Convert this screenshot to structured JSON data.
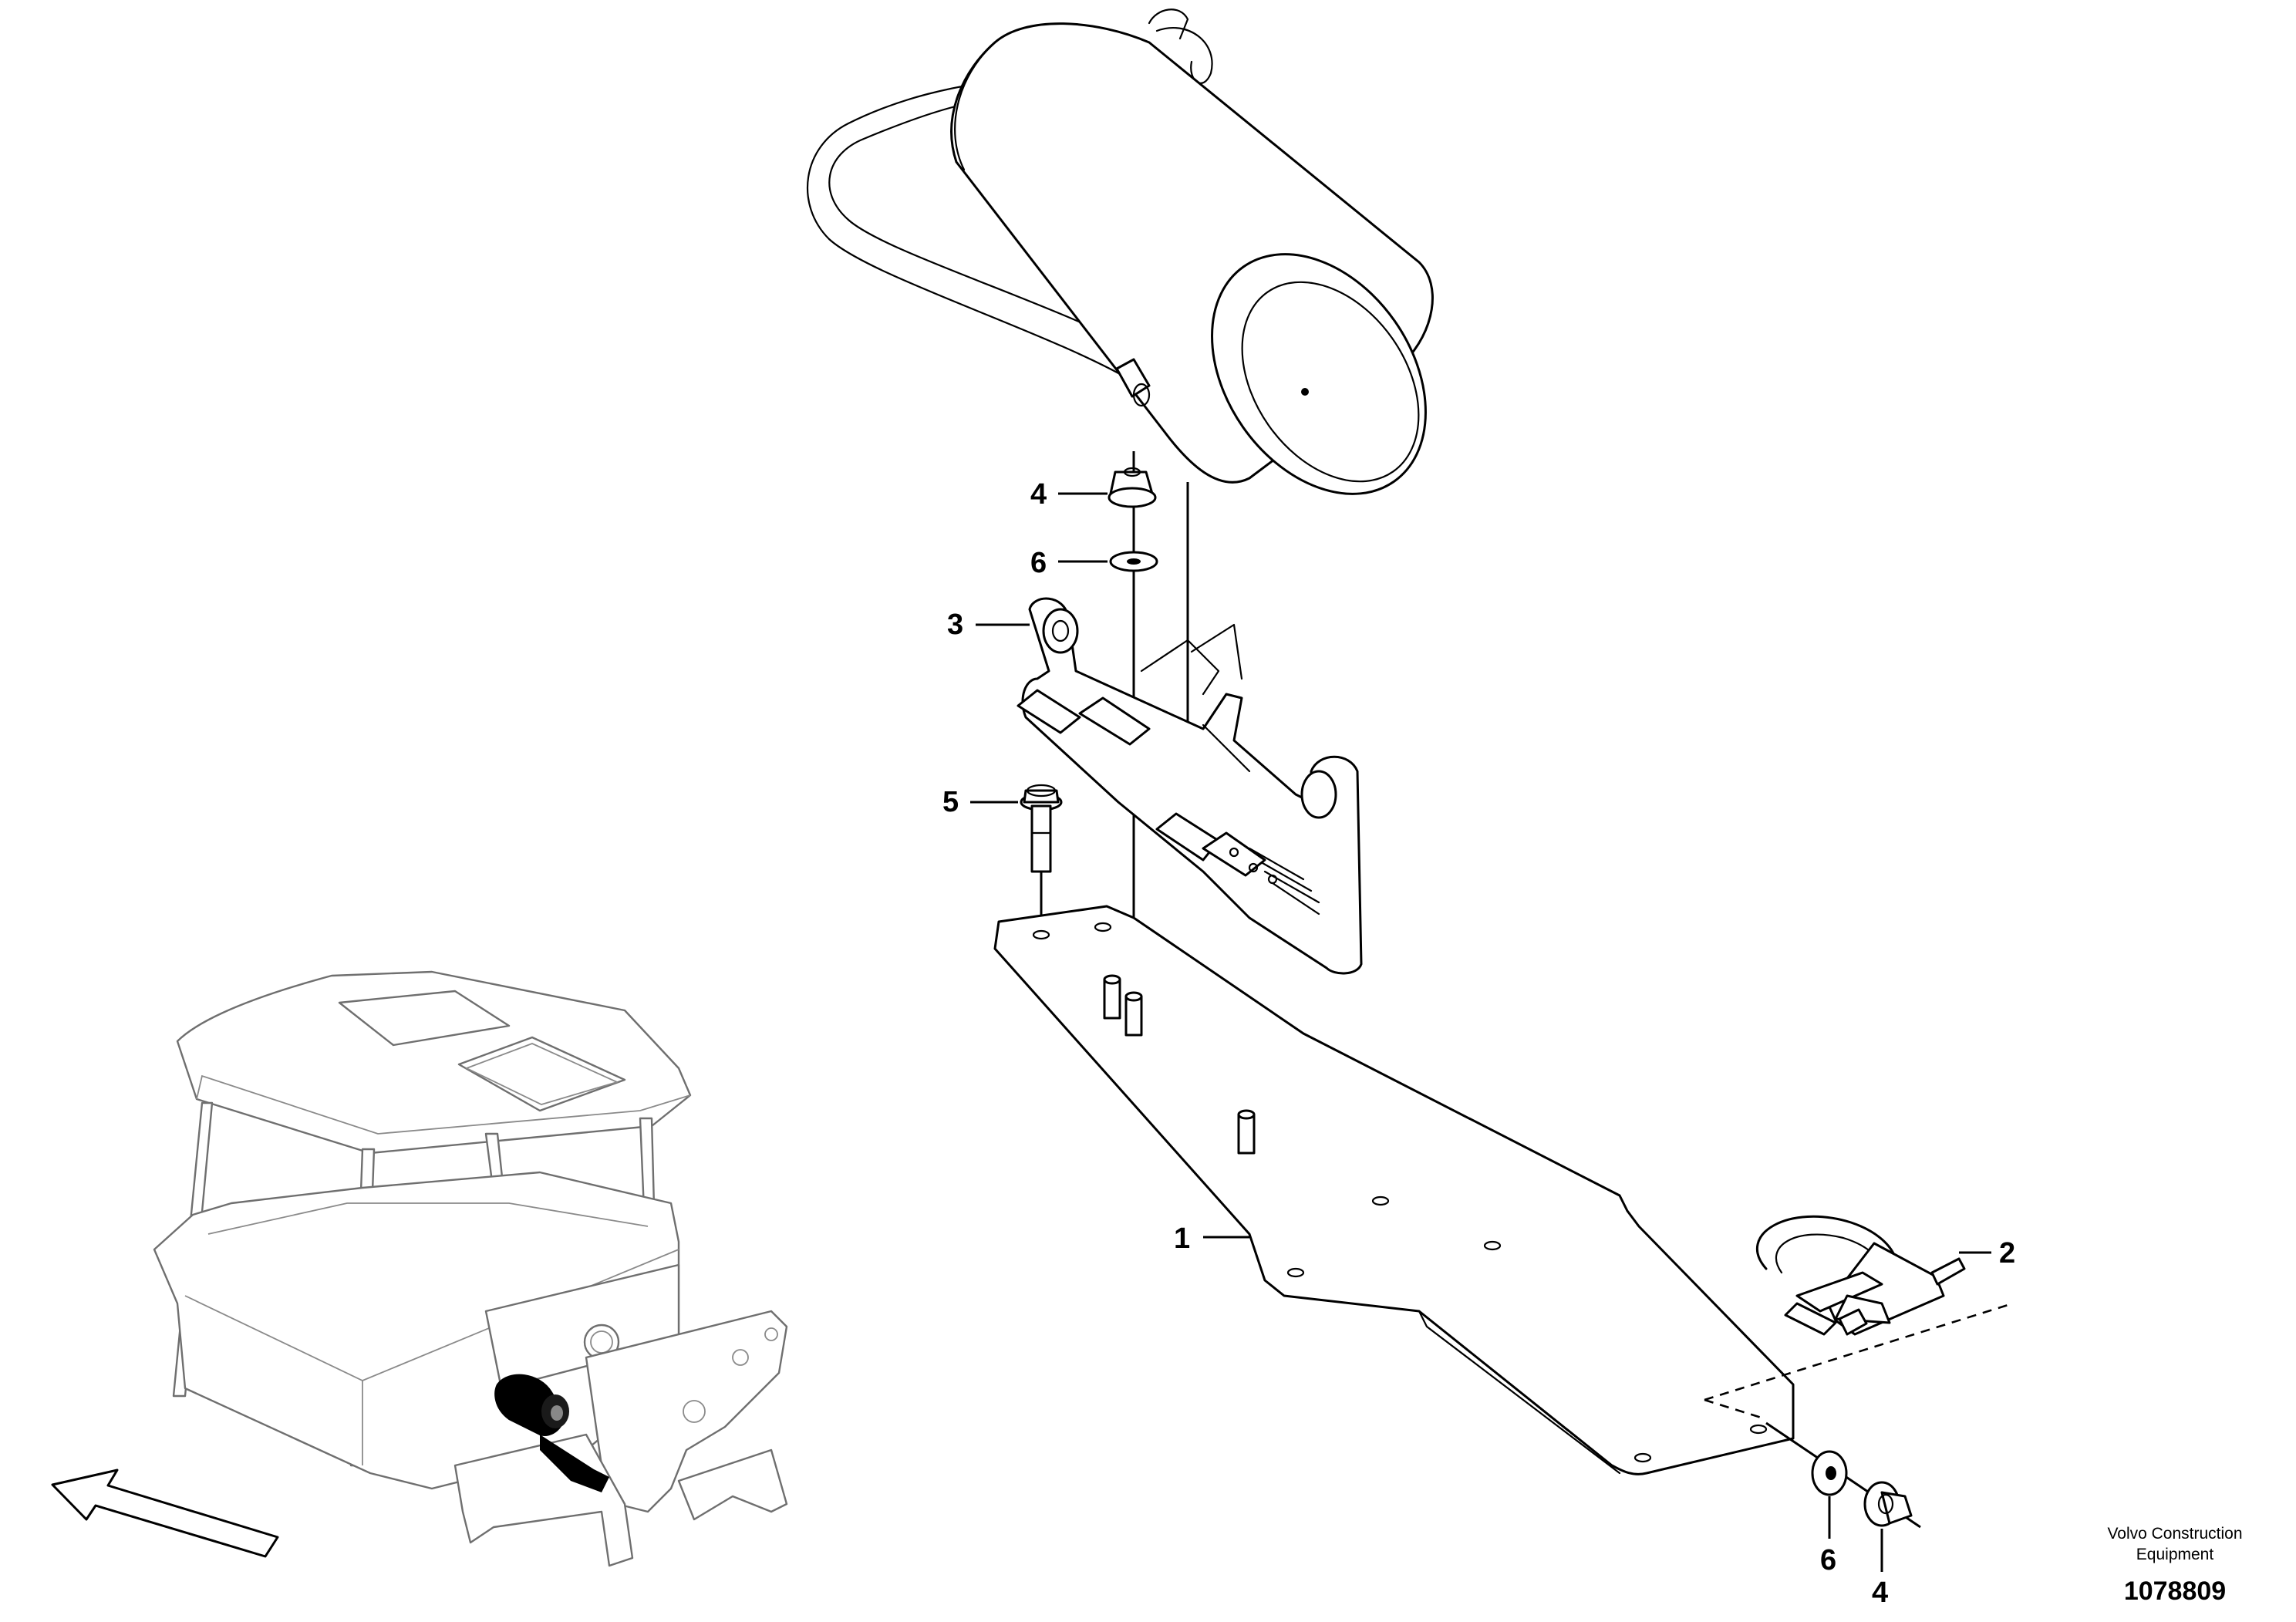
{
  "callouts": {
    "c1": "1",
    "c2": "2",
    "c3": "3",
    "c4_top": "4",
    "c4_bottom": "4",
    "c5": "5",
    "c6_top": "6",
    "c6_bottom": "6"
  },
  "footer": {
    "company_line1": "Volvo Construction",
    "company_line2": "Equipment",
    "figure_number": "1078809"
  },
  "icons": {
    "direction": "arrow-icon",
    "tank": "air-tank-icon",
    "machine": "cab-frame-icon"
  }
}
